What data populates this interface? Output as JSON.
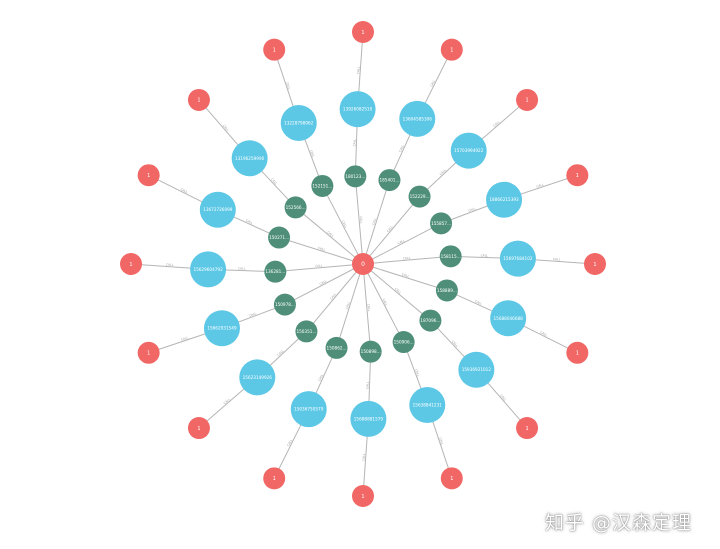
{
  "graph": {
    "center": {
      "label": "0",
      "color": "#f06766"
    },
    "colors": {
      "teal": "#4f8f7a",
      "blue": "#5cc8e6",
      "red": "#f06766",
      "edge": "#b5b5b5"
    },
    "teal_nodes": [
      "180123...",
      "185401...",
      "152229...",
      "155857...",
      "158115...",
      "158889...",
      "187096...",
      "150906...",
      "150898...",
      "150862...",
      "150351...",
      "150978...",
      "136281...",
      "150271...",
      "152566...",
      "152151..."
    ],
    "outer_nodes": [
      {
        "blue": "13926082510",
        "red": "1"
      },
      {
        "blue": "13604585306",
        "red": "1"
      },
      {
        "blue": "15703994922",
        "red": "1"
      },
      {
        "blue": "18866215393",
        "red": "1"
      },
      {
        "blue": "15697684102",
        "red": "1"
      },
      {
        "blue": "15688046688",
        "red": "1"
      },
      {
        "blue": "15936921012",
        "red": "1"
      },
      {
        "blue": "15638841231",
        "red": "1"
      },
      {
        "blue": "15688881579",
        "red": "1"
      },
      {
        "blue": "15036750579",
        "red": "1"
      },
      {
        "blue": "15623149926",
        "red": "1"
      },
      {
        "blue": "15662931549",
        "red": "1"
      },
      {
        "blue": "15629604792",
        "red": "1"
      },
      {
        "blue": "13672726099",
        "red": "1"
      },
      {
        "blue": "13196259990",
        "red": "1"
      },
      {
        "blue": "13228798062",
        "red": "1"
      }
    ],
    "edge_label": "CALL"
  },
  "watermark": "知乎 @汉森定理"
}
